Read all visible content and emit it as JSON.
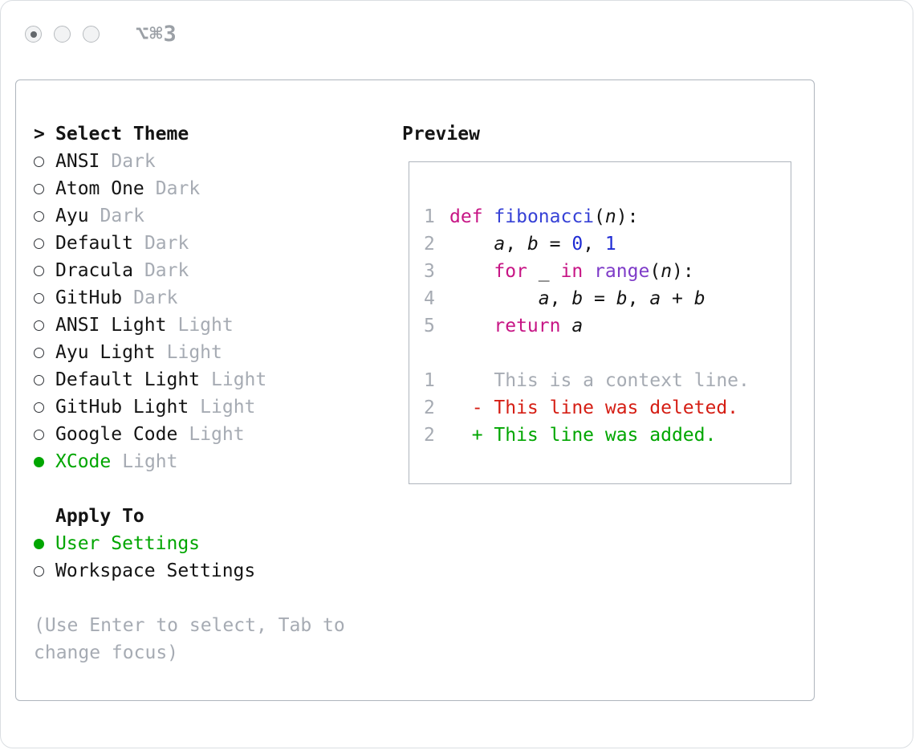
{
  "window": {
    "shortcut_label": "⌥⌘3"
  },
  "theme_selector": {
    "prompt_char": ">",
    "title": "Select Theme",
    "items": [
      {
        "name": "ANSI",
        "variant": "Dark",
        "selected": false
      },
      {
        "name": "Atom One",
        "variant": "Dark",
        "selected": false
      },
      {
        "name": "Ayu",
        "variant": "Dark",
        "selected": false
      },
      {
        "name": "Default",
        "variant": "Dark",
        "selected": false
      },
      {
        "name": "Dracula",
        "variant": "Dark",
        "selected": false
      },
      {
        "name": "GitHub",
        "variant": "Dark",
        "selected": false
      },
      {
        "name": "ANSI Light",
        "variant": "Light",
        "selected": false
      },
      {
        "name": "Ayu Light",
        "variant": "Light",
        "selected": false
      },
      {
        "name": "Default Light",
        "variant": "Light",
        "selected": false
      },
      {
        "name": "GitHub Light",
        "variant": "Light",
        "selected": false
      },
      {
        "name": "Google Code",
        "variant": "Light",
        "selected": false
      },
      {
        "name": "XCode",
        "variant": "Light",
        "selected": true
      }
    ]
  },
  "apply_to": {
    "title": "Apply To",
    "options": [
      {
        "label": "User Settings",
        "selected": true
      },
      {
        "label": "Workspace Settings",
        "selected": false
      }
    ]
  },
  "hint": {
    "line1": "(Use Enter to select, Tab to",
    "line2": "change focus)"
  },
  "preview": {
    "title": "Preview",
    "code_lines": [
      {
        "num": "1",
        "tokens": [
          {
            "c": "kw",
            "t": "def"
          },
          {
            "c": "pl",
            "t": " "
          },
          {
            "c": "fn",
            "t": "fibonacci"
          },
          {
            "c": "pl",
            "t": "("
          },
          {
            "c": "var",
            "t": "n"
          },
          {
            "c": "pl",
            "t": "):"
          }
        ]
      },
      {
        "num": "2",
        "tokens": [
          {
            "c": "pl",
            "t": "    "
          },
          {
            "c": "var",
            "t": "a"
          },
          {
            "c": "pl",
            "t": ", "
          },
          {
            "c": "var",
            "t": "b"
          },
          {
            "c": "pl",
            "t": " = "
          },
          {
            "c": "num",
            "t": "0"
          },
          {
            "c": "pl",
            "t": ", "
          },
          {
            "c": "num",
            "t": "1"
          }
        ]
      },
      {
        "num": "3",
        "tokens": [
          {
            "c": "pl",
            "t": "    "
          },
          {
            "c": "kw",
            "t": "for"
          },
          {
            "c": "pl",
            "t": " "
          },
          {
            "c": "var",
            "t": "_"
          },
          {
            "c": "pl",
            "t": " "
          },
          {
            "c": "kw",
            "t": "in"
          },
          {
            "c": "pl",
            "t": " "
          },
          {
            "c": "typ",
            "t": "range"
          },
          {
            "c": "pl",
            "t": "("
          },
          {
            "c": "var",
            "t": "n"
          },
          {
            "c": "pl",
            "t": "):"
          }
        ]
      },
      {
        "num": "4",
        "tokens": [
          {
            "c": "pl",
            "t": "        "
          },
          {
            "c": "var",
            "t": "a"
          },
          {
            "c": "pl",
            "t": ", "
          },
          {
            "c": "var",
            "t": "b"
          },
          {
            "c": "pl",
            "t": " = "
          },
          {
            "c": "var",
            "t": "b"
          },
          {
            "c": "pl",
            "t": ", "
          },
          {
            "c": "var",
            "t": "a"
          },
          {
            "c": "pl",
            "t": " + "
          },
          {
            "c": "var",
            "t": "b"
          }
        ]
      },
      {
        "num": "5",
        "tokens": [
          {
            "c": "pl",
            "t": "    "
          },
          {
            "c": "kw",
            "t": "return"
          },
          {
            "c": "pl",
            "t": " "
          },
          {
            "c": "var",
            "t": "a"
          }
        ]
      }
    ],
    "diff_lines": [
      {
        "num": "1",
        "kind": "context",
        "text": "    This is a context line."
      },
      {
        "num": "2",
        "kind": "deleted",
        "text": "  - This line was deleted."
      },
      {
        "num": "2",
        "kind": "added",
        "text": "  + This line was added."
      }
    ]
  },
  "colors": {
    "green": "#00A600",
    "red": "#D51E14",
    "keyword": "#C71585",
    "function": "#3641D6",
    "number": "#1F2BD4",
    "type": "#7E3BC8",
    "gray": "#A6ABB3",
    "text": "#141414",
    "border": "#AEB5BD"
  }
}
